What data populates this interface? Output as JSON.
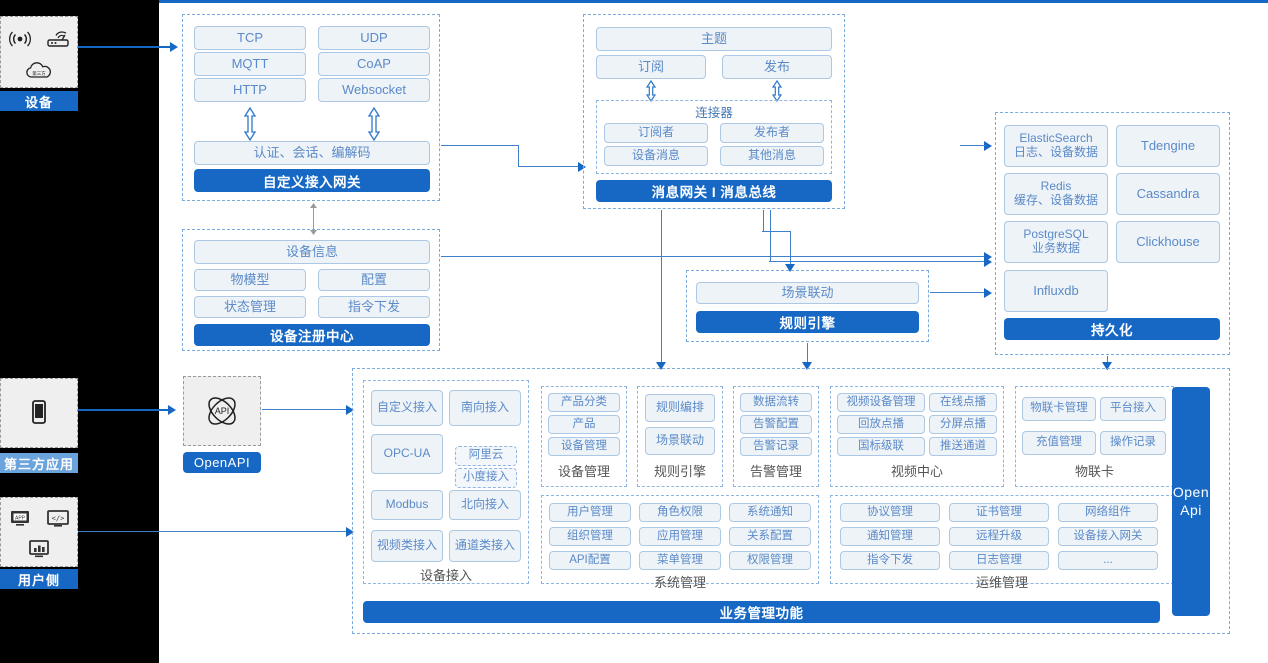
{
  "page": {
    "title": "IoT Platform Architecture Diagram",
    "accent_blue": "#1668c4",
    "pill_fill": "#eef3f7",
    "pill_border": "#adc8e4",
    "pill_text": "#5b8ac9",
    "dashed_border": "#7aaade",
    "sidebar_bg": "#000000"
  },
  "actors": [
    {
      "id": "device",
      "label": "设备",
      "icons": [
        "signal-wave-icon",
        "router-icon",
        "cloud-icon"
      ]
    },
    {
      "id": "third-party",
      "label": "第三方应用",
      "icons": [
        "mobile-phone-icon"
      ]
    },
    {
      "id": "user-side",
      "label": "用户侧",
      "icons": [
        "app-window-icon",
        "code-window-icon",
        "chart-window-icon"
      ]
    }
  ],
  "gateway": {
    "protocols": [
      "TCP",
      "UDP",
      "MQTT",
      "CoAP",
      "HTTP",
      "Websocket"
    ],
    "middle": "认证、会话、编解码",
    "bar": "自定义接入网关"
  },
  "message_bus": {
    "topic": "主题",
    "subscribe": "订阅",
    "publish": "发布",
    "connector_title": "连接器",
    "connector_items": [
      "订阅者",
      "发布者",
      "设备消息",
      "其他消息"
    ],
    "bar": "消息网关 I 消息总线"
  },
  "registry": {
    "info": "设备信息",
    "items": [
      "物模型",
      "配置",
      "状态管理",
      "指令下发"
    ],
    "bar": "设备注册中心"
  },
  "rule_engine": {
    "scene": "场景联动",
    "bar": "规则引擎"
  },
  "persistence": {
    "stores": [
      {
        "name": "ElasticSearch",
        "sub": "日志、设备数据"
      },
      {
        "name": "Tdengine",
        "sub": ""
      },
      {
        "name": "Redis",
        "sub": "缓存、设备数据"
      },
      {
        "name": "Cassandra",
        "sub": ""
      },
      {
        "name": "PostgreSQL",
        "sub": "业务数据"
      },
      {
        "name": "Clickhouse",
        "sub": ""
      },
      {
        "name": "Influxdb",
        "sub": ""
      }
    ],
    "bar": "持久化"
  },
  "openapi": {
    "icon": "api-atom-icon",
    "label": "OpenAPI",
    "side_bar_line1": "Open",
    "side_bar_line2": "Api"
  },
  "business": {
    "bar": "业务管理功能",
    "groups": [
      {
        "id": "device-access",
        "caption": "设备接入",
        "layout": "two-col-tall",
        "left": [
          "自定义接入",
          "OPC-UA",
          "Modbus",
          "视频类接入"
        ],
        "right": [
          "南向接入",
          "北向接入",
          "通道类接入"
        ],
        "nested": [
          "阿里云",
          "小度接入"
        ]
      },
      {
        "id": "device-management",
        "caption": "设备管理",
        "layout": "one-col",
        "items": [
          "产品分类",
          "产品",
          "设备管理"
        ]
      },
      {
        "id": "rule-engine",
        "caption": "规则引擎",
        "layout": "one-col",
        "items": [
          "规则编排",
          "场景联动"
        ]
      },
      {
        "id": "alarm-management",
        "caption": "告警管理",
        "layout": "one-col",
        "items": [
          "数据流转",
          "告警配置",
          "告警记录"
        ]
      },
      {
        "id": "video-center",
        "caption": "视频中心",
        "layout": "two-col",
        "items": [
          "视频设备管理",
          "在线点播",
          "回放点播",
          "分屏点播",
          "国标级联",
          "推送通道"
        ]
      },
      {
        "id": "iot-card",
        "caption": "物联卡",
        "layout": "two-col",
        "items": [
          "物联卡管理",
          "平台接入",
          "充值管理",
          "操作记录"
        ]
      },
      {
        "id": "system-management",
        "caption": "系统管理",
        "layout": "three-col",
        "items": [
          "用户管理",
          "角色权限",
          "系统通知",
          "组织管理",
          "应用管理",
          "关系配置",
          "API配置",
          "菜单管理",
          "权限管理"
        ]
      },
      {
        "id": "ops-management",
        "caption": "运维管理",
        "layout": "three-col",
        "items": [
          "协议管理",
          "证书管理",
          "网络组件",
          "通知管理",
          "远程升级",
          "设备接入网关",
          "指令下发",
          "日志管理",
          "..."
        ]
      }
    ]
  }
}
